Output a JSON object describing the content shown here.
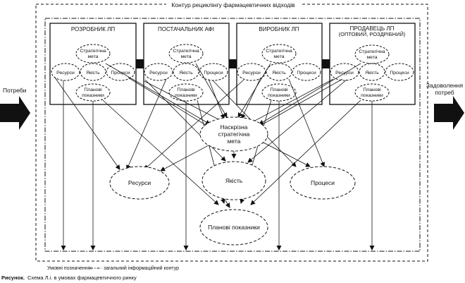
{
  "outer_title": "Контур рециклінгу фармацевтичних відходів",
  "left_arrow_label": "Потреби",
  "right_arrow_label_line1": "Задоволення",
  "right_arrow_label_line2": "потреб",
  "boxes": [
    {
      "title_line1": "РОЗРОБНИК ЛП",
      "title_line2": ""
    },
    {
      "title_line1": "ПОСТАЧАЛЬНИК АФІ",
      "title_line2": ""
    },
    {
      "title_line1": "ВИРОБНИК ЛП",
      "title_line2": ""
    },
    {
      "title_line1": "ПРОДАВЕЦЬ ЛП",
      "title_line2": "(ОПТОВИЙ, РОЗДРІБНИЙ)"
    }
  ],
  "box_labels": {
    "goal_line1": "Стратегічна",
    "goal_line2": "мета",
    "resources": "Ресурси",
    "quality": "Якість",
    "processes": "Процеси",
    "plan_line1": "Планові",
    "plan_line2": "показники"
  },
  "center": {
    "goal_line1": "Наскрізна",
    "goal_line2": "стратегічна",
    "goal_line3": "мета",
    "resources": "Ресурси",
    "quality": "Якість",
    "processes": "Процеси",
    "plan": "Планові показники"
  },
  "legend_text": "Умовні позначення:",
  "legend_item": "загальний інформаційний контур",
  "caption_bold": "Рисунок.",
  "caption_text": "Схема Л.і. в умовах фармацевтичного ринку"
}
